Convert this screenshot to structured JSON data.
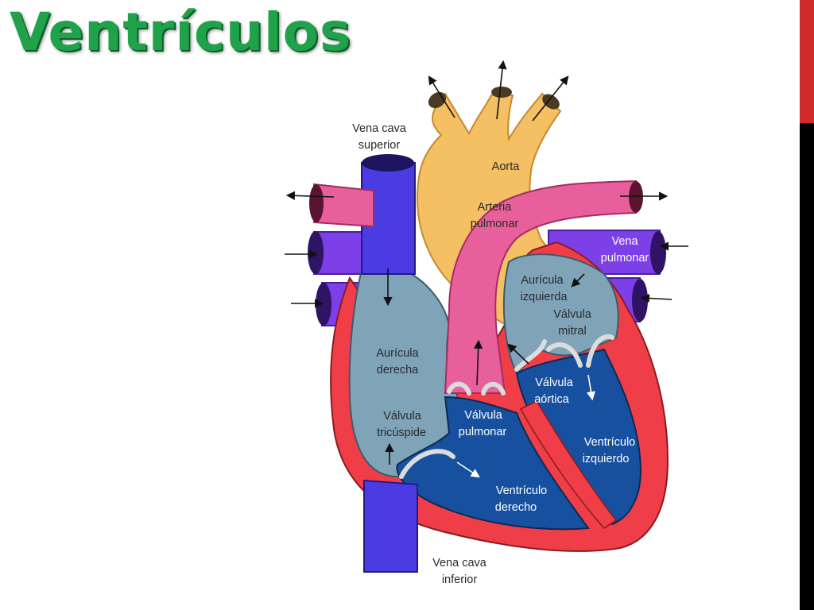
{
  "slide": {
    "title": "Ventrículos",
    "colors": {
      "title": "#1fa24a",
      "edge_red": "#d02a2a",
      "edge_black": "#000000"
    }
  },
  "diagram": {
    "colors": {
      "aorta": "#f5bf63",
      "pulmonary_artery": "#e8609b",
      "vena_cava": "#4a3be3",
      "pulmonary_vein": "#7d3fe8",
      "atrium": "#7fa4b8",
      "ventricle": "#16509e",
      "myocardium": "#ef3e48"
    },
    "labels": {
      "vena_cava_superior_1": "Vena cava",
      "vena_cava_superior_2": "superior",
      "aorta": "Aorta",
      "arteria_pulmonar_1": "Arteria",
      "arteria_pulmonar_2": "pulmonar",
      "vena_pulmonar_1": "Vena",
      "vena_pulmonar_2": "pulmonar",
      "auricula_izquierda_1": "Aurícula",
      "auricula_izquierda_2": "izquierda",
      "valvula_mitral_1": "Válvula",
      "valvula_mitral_2": "mitral",
      "auricula_derecha_1": "Aurícula",
      "auricula_derecha_2": "derecha",
      "valvula_aortica_1": "Válvula",
      "valvula_aortica_2": "aórtica",
      "valvula_tricuspide_1": "Válvula",
      "valvula_tricuspide_2": "tricúspide",
      "valvula_pulmonar_1": "Válvula",
      "valvula_pulmonar_2": "pulmonar",
      "ventriculo_izquierdo_1": "Ventrículo",
      "ventriculo_izquierdo_2": "izquierdo",
      "ventriculo_derecho_1": "Ventrículo",
      "ventriculo_derecho_2": "derecho",
      "vena_cava_inferior_1": "Vena cava",
      "vena_cava_inferior_2": "inferior"
    }
  }
}
